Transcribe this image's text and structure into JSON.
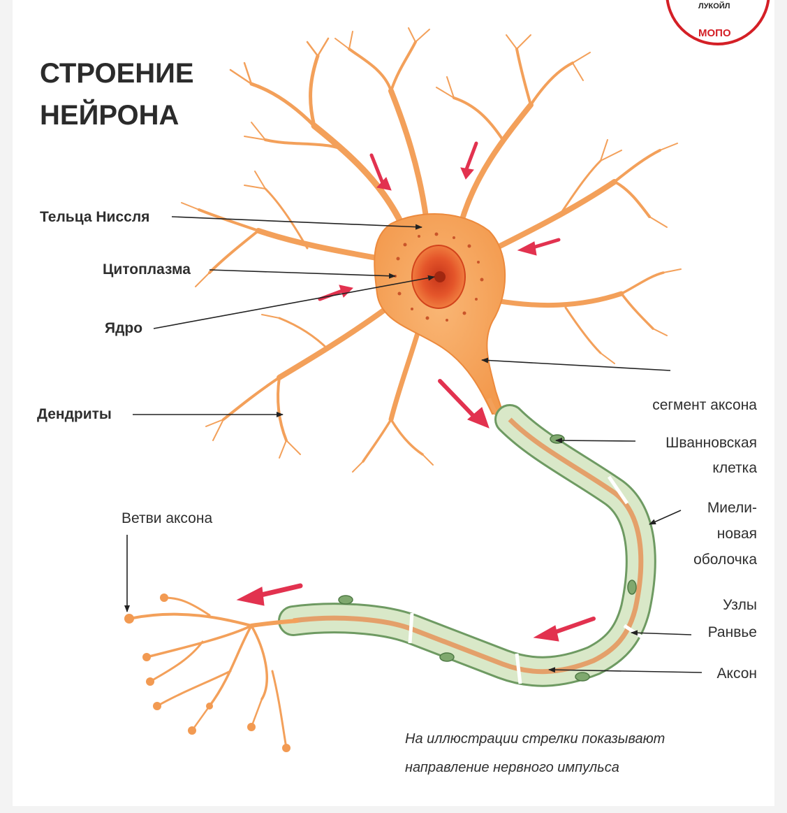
{
  "title": {
    "line1": "СТРОЕНИЕ",
    "line2": "НЕЙРОНА"
  },
  "labels": {
    "nissl": "Тельца Ниссля",
    "cytoplasm": "Цитоплазма",
    "nucleus": "Ядро",
    "dendrites": "Дендриты",
    "axon_segment": "сегмент аксона",
    "schwann_line1": "Шванновская",
    "schwann_line2": "клетка",
    "myelin_line1": "Миели-",
    "myelin_line2": "новая",
    "myelin_line3": "оболочка",
    "ranvier_line1": "Узлы",
    "ranvier_line2": "Ранвье",
    "axon": "Аксон",
    "axon_branches": "Ветви аксона"
  },
  "note": {
    "line1": "На иллюстрации стрелки показывают",
    "line2": "направление нервного импульса"
  },
  "logo": {
    "top": "ЛУКОЙЛ",
    "bottom": "МОПО"
  },
  "colors": {
    "cell": "#f6a25a",
    "cell_dark": "#e87a2e",
    "nucleus": "#e2461b",
    "myelin_fill": "#d9e8c8",
    "myelin_stroke": "#6e9a62",
    "impulse_arrow": "#e2324f",
    "text": "#2e2e2e"
  }
}
